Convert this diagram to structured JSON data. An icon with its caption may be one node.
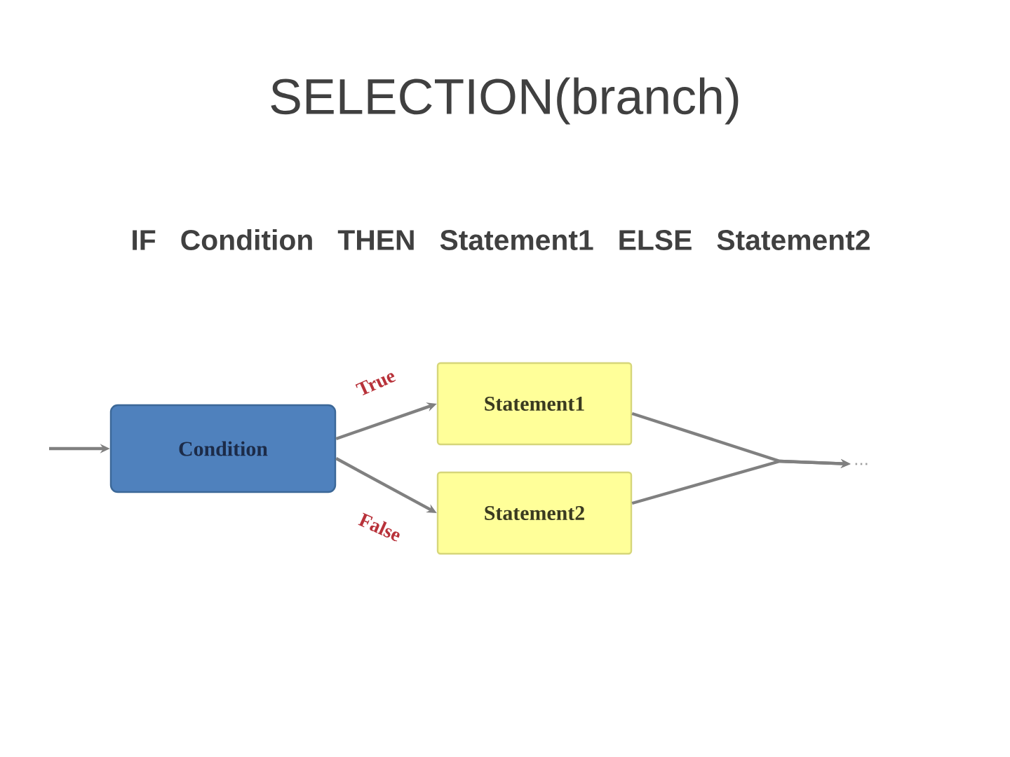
{
  "diagram": {
    "title": "SELECTION(branch)",
    "nodes": [
      {
        "text": [
          "Condition"
        ]
      },
      {
        "text": [
          "Statement1"
        ]
      },
      {
        "text": [
          "Statement2"
        ]
      },
      {
        "text": [
          "..."
        ]
      }
    ],
    "edges": [
      {
        "from": null,
        "to": 0,
        "arrow": "to"
      },
      {
        "from": 0,
        "to": 1,
        "arrow": "to",
        "label": "True"
      },
      {
        "from": 0,
        "to": 2,
        "arrow": "to",
        "label": "False"
      },
      {
        "from": 1,
        "to": 3,
        "arrow": "to"
      },
      {
        "from": 2,
        "to": 3,
        "arrow": "to"
      }
    ],
    "labels": [
      "IF Condition THEN Statement1 ELSE Statement2"
    ]
  }
}
